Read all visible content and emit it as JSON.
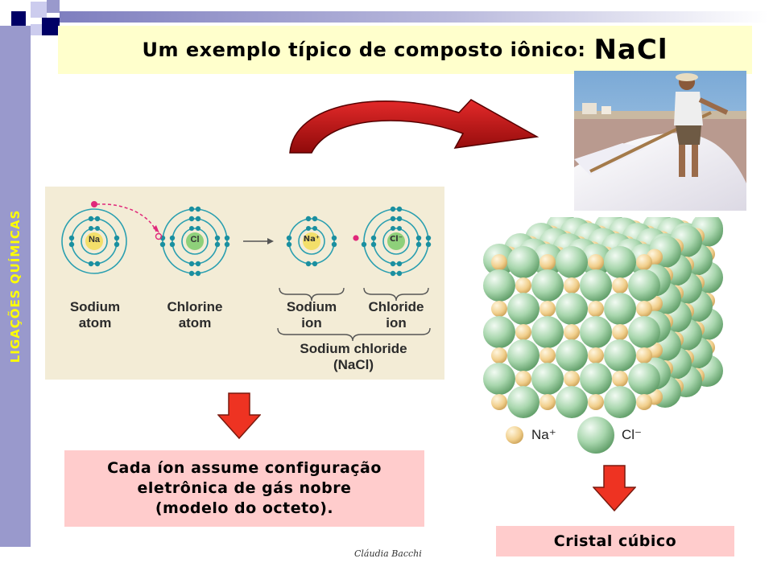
{
  "slide": {
    "title_prefix": "Um exemplo típico de composto iônico:",
    "title_formula": "NaCl",
    "sidebar_label": "LIGAÇÕES QUÍMICAS",
    "author": "Cláudia Bacchi"
  },
  "atom_diagram": {
    "sodium_symbol": "Na",
    "chlorine_symbol": "Cl",
    "sodium_ion_symbol": "Na⁺",
    "chloride_ion_symbol": "Cl⁻",
    "labels": {
      "sodium_atom_1": "Sodium",
      "sodium_atom_2": "atom",
      "chlorine_atom_1": "Chlorine",
      "chlorine_atom_2": "atom",
      "sodium_ion_1": "Sodium",
      "sodium_ion_2": "ion",
      "chloride_ion_1": "Chloride",
      "chloride_ion_2": "ion",
      "compound_1": "Sodium chloride",
      "compound_2": "(NaCl)"
    }
  },
  "crystal": {
    "legend_na": "Na⁺",
    "legend_cl": "Cl⁻"
  },
  "boxes": {
    "octet_line1": "Cada íon assume configuração",
    "octet_line2": "eletrônica de gás nobre",
    "octet_line3": "(modelo do octeto).",
    "cubic": "Cristal cúbico"
  },
  "colors": {
    "sidebar": "#9999cc",
    "sidebar_text": "#ffff00",
    "title_bg": "#ffffcc",
    "box_bg": "#ffcccc",
    "arrow_red": "#ee3322",
    "curved_arrow": "#bb1111",
    "electron": "#1a8fa0",
    "transferred_electron": "#e0287a"
  }
}
